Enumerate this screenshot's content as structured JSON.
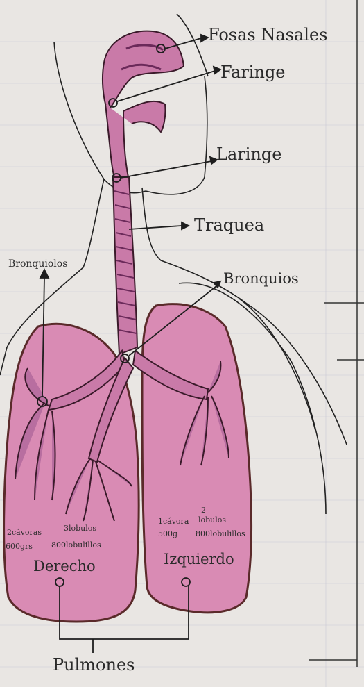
{
  "labels": {
    "fosas_nasales": "Fosas Nasales",
    "faringe": "Faringe",
    "laringe": "Laringe",
    "traquea": "Traquea",
    "bronquios": "Bronquios",
    "bronquiolos": "Bronquiolos",
    "pulmones": "Pulmones"
  },
  "lungs": {
    "right": {
      "name": "Derecho",
      "note_cavities": "2cávoras",
      "note_lobes_count": "3lobulos",
      "note_weight": "600grs",
      "note_lobules": "800lobulillos"
    },
    "left": {
      "name": "Izquierdo",
      "note_cavities": "1cávora",
      "note_lobes_count": "2",
      "note_lobes": "lobulos",
      "note_weight": "500g",
      "note_lobules": "800lobulillos"
    }
  },
  "colors": {
    "paper": "#e9e6e3",
    "grid_line": "#c9c9d6",
    "lung_fill": "#d98bb4",
    "lung_outline": "#5a2a2a",
    "airway_fill": "#c97aa8",
    "airway_dark": "#6b2a5a",
    "ink": "#1e1e1e"
  }
}
